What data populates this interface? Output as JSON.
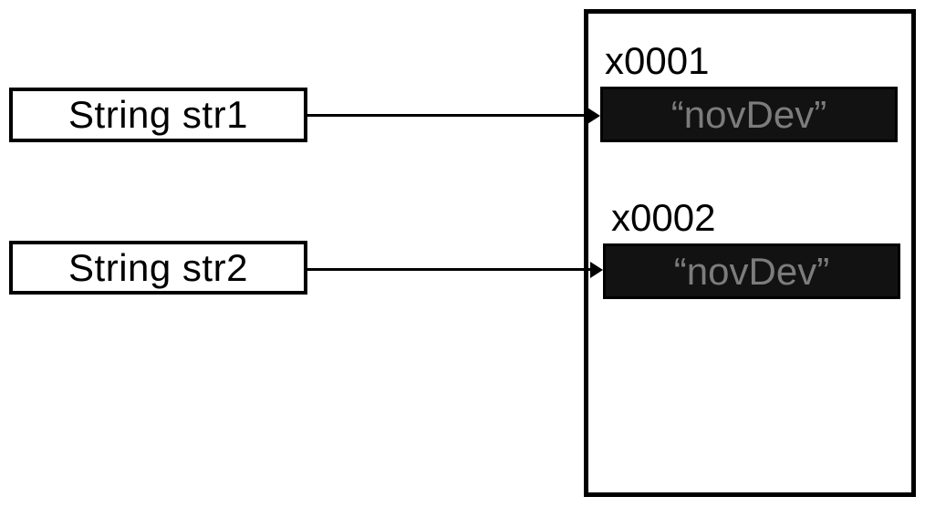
{
  "diagram": {
    "references": [
      {
        "label": "String str1"
      },
      {
        "label": "String str2"
      }
    ],
    "heap": {
      "objects": [
        {
          "address": "x0001",
          "value": "“novDev”"
        },
        {
          "address": "x0002",
          "value": "“novDev”"
        }
      ]
    },
    "colors": {
      "background": "#ffffff",
      "line": "#000000",
      "object_box_fill": "#121212",
      "object_value_text": "#7c7c7c"
    }
  }
}
